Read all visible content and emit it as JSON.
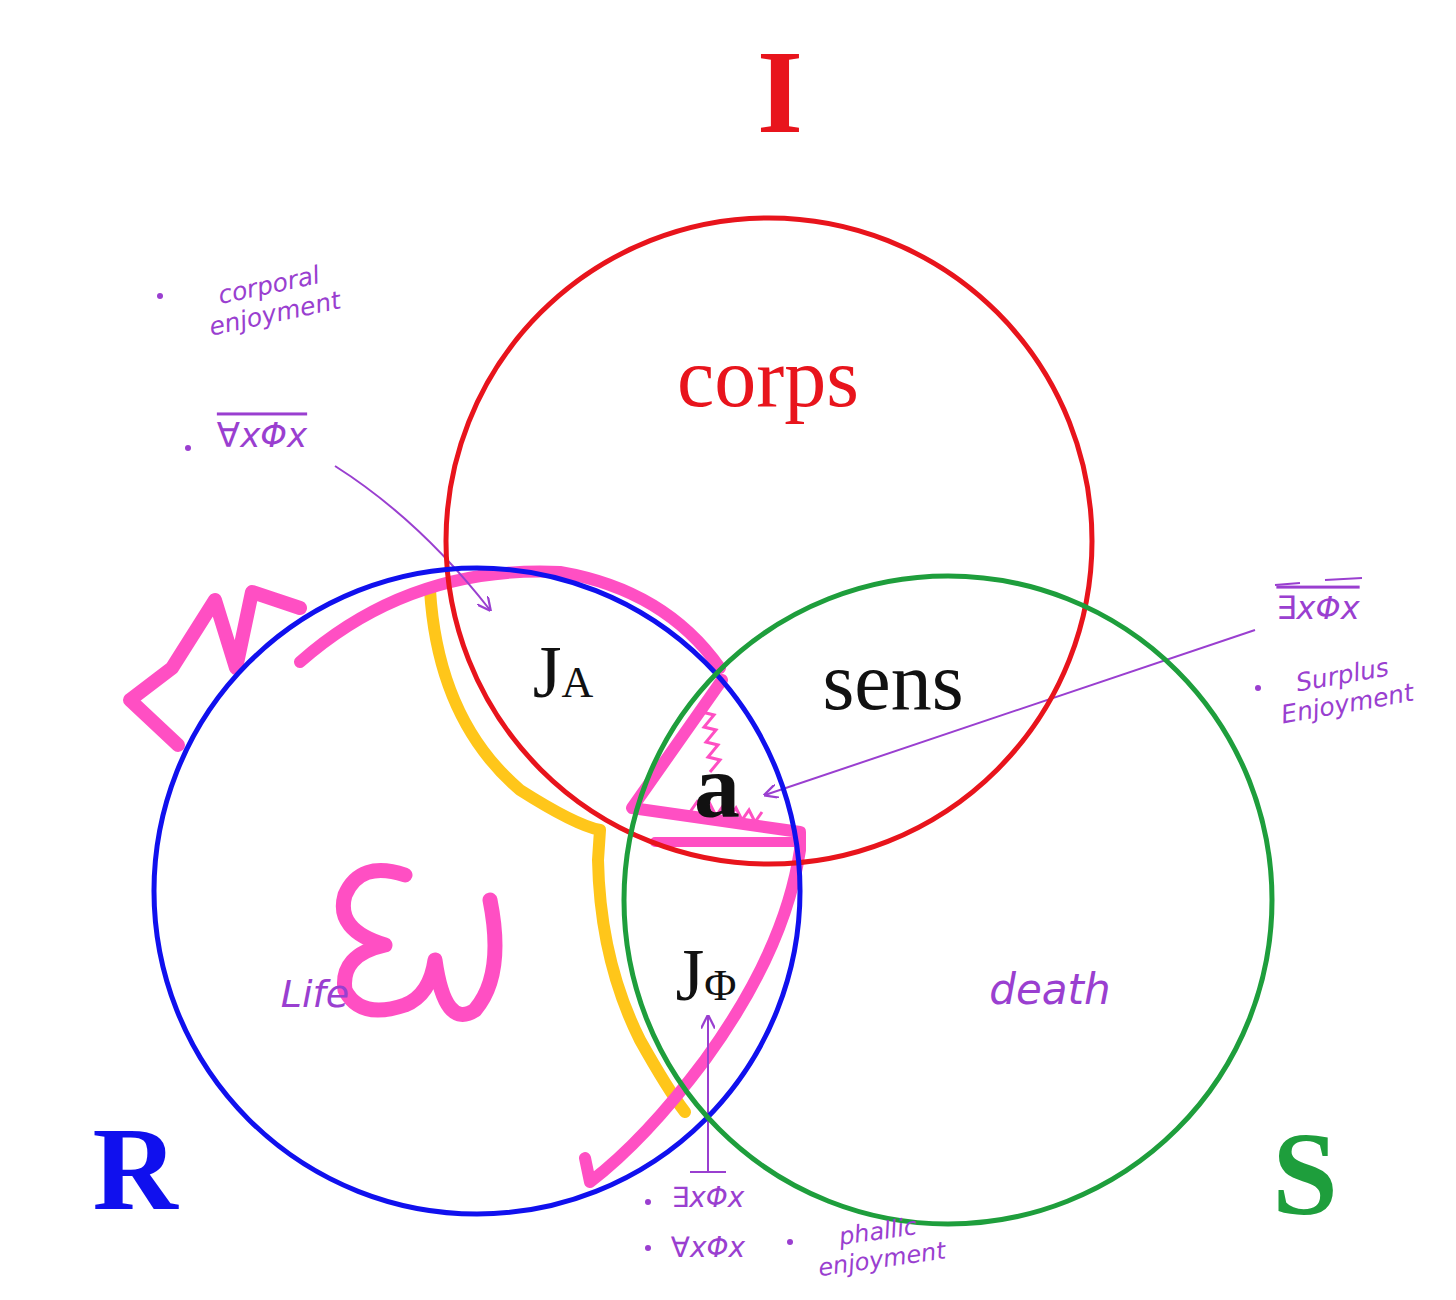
{
  "diagram": {
    "nodes": [
      {
        "text": [
          "I",
          "corps"
        ]
      },
      {
        "text": [
          "R",
          "Life"
        ]
      },
      {
        "text": [
          "S",
          "death"
        ]
      }
    ],
    "labels": [
      "corporal enjoyment",
      "∀xΦx",
      "JA",
      "sens",
      "a",
      "∃xΦx",
      "Surplus Enjoyment",
      "JΦ",
      "∃xΦx",
      "∀xΦx",
      "phallic enjoyment"
    ]
  }
}
